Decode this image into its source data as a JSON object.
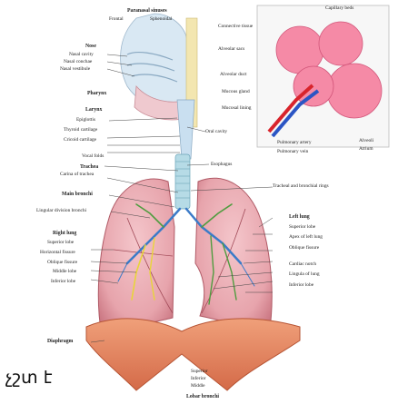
{
  "colors": {
    "lung": "#e7a4ac",
    "lung_dark": "#c97480",
    "diaphragm": "#e0805a",
    "trachea": "#b6dbe6",
    "nasal": "#c9dff0",
    "alveoli": "#f06a8e",
    "artery": "#2b55c4",
    "vein": "#d8242c",
    "bronchi_green": "#4f9c3f",
    "bronchi_yellow": "#e8d53a",
    "bronchi_blue": "#3b7bc8"
  },
  "labels": {
    "paranasal_sinuses": "Paranasal sinuses",
    "frontal": "Frontal",
    "sphenoidal": "Sphenoidal",
    "nose": "Nose",
    "nasal_cavity": "Nasal cavity",
    "nasal_conchae": "Nasal conchae",
    "nasal_vestibule": "Nasal vestibule",
    "pharynx": "Pharynx",
    "larynx": "Larynx",
    "epiglottis": "Epiglottis",
    "thyroid_cartilage": "Thyroid cartilage",
    "cricoid_cartilage": "Cricoid cartilage",
    "vocal_folds": "Vocal folds",
    "trachea": "Trachea",
    "carina": "Carina of trachea",
    "main_bronchi": "Main bronchi",
    "lingular_division": "Lingular division bronchi",
    "right_lung": "Right lung",
    "superior_lobe_r": "Superior lobe",
    "horizontal_fissure": "Horizontal fissure",
    "oblique_fissure_r": "Oblique fissure",
    "middle_lobe": "Middle lobe",
    "inferior_lobe_r": "Inferior lobe",
    "diaphragm": "Diaphragm",
    "oral_cavity": "Oral cavity",
    "esophagus": "Esophagus",
    "tracheal_bronchi": "Tracheal and bronchial rings",
    "left_lung": "Left lung",
    "superior_lobe_l": "Superior lobe",
    "apex_left_lung": "Apex of left lung",
    "oblique_fissure_l": "Oblique fissure",
    "cardiac_notch": "Cardiac notch",
    "lingula": "Lingula of lung",
    "inferior_lobe_l": "Inferior lobe",
    "capillary_beds": "Capillary beds",
    "connective_tissue": "Connective tissue",
    "alveolar_sacs": "Alveolar sacs",
    "alveolar_duct": "Alveolar duct",
    "mucous_gland": "Mucous gland",
    "mucosal_lining": "Mucosal lining",
    "pulmonary_artery": "Pulmonary artery",
    "pulmonary_vein": "Pulmonary vein",
    "alveoli": "Alveoli",
    "atrium": "Atrium",
    "lobar_bronchi": "Lobar bronchi",
    "lobar_superior": "Superior",
    "lobar_inferior": "Inferior",
    "lobar_middle": "Middle"
  },
  "caption": "չշտ է"
}
